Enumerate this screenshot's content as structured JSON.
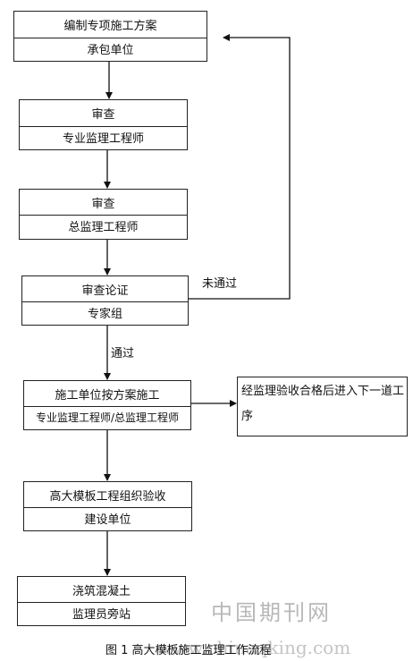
{
  "steps": [
    {
      "top": "编制专项施工方案",
      "bottom": "承包单位"
    },
    {
      "top": "审查",
      "bottom": "专业监理工程师"
    },
    {
      "top": "审查",
      "bottom": "总监理工程师"
    },
    {
      "top": "审查论证",
      "bottom": "专家组"
    },
    {
      "top": "施工单位按方案施工",
      "bottom": "专业监理工程师/总监理工程师"
    },
    {
      "top": "高大模板工程组织验收",
      "bottom": "建设单位"
    },
    {
      "top": "浇筑混凝土",
      "bottom": "监理员旁站"
    }
  ],
  "labels": {
    "not_passed": "未通过",
    "passed": "通过"
  },
  "side_note": "经监理验收合格后进入下一道工序",
  "watermark": {
    "cn": "中国期刊网",
    "url": "www.chinaqking.com"
  },
  "caption": "图 1  高大模板施工监理工作流程"
}
